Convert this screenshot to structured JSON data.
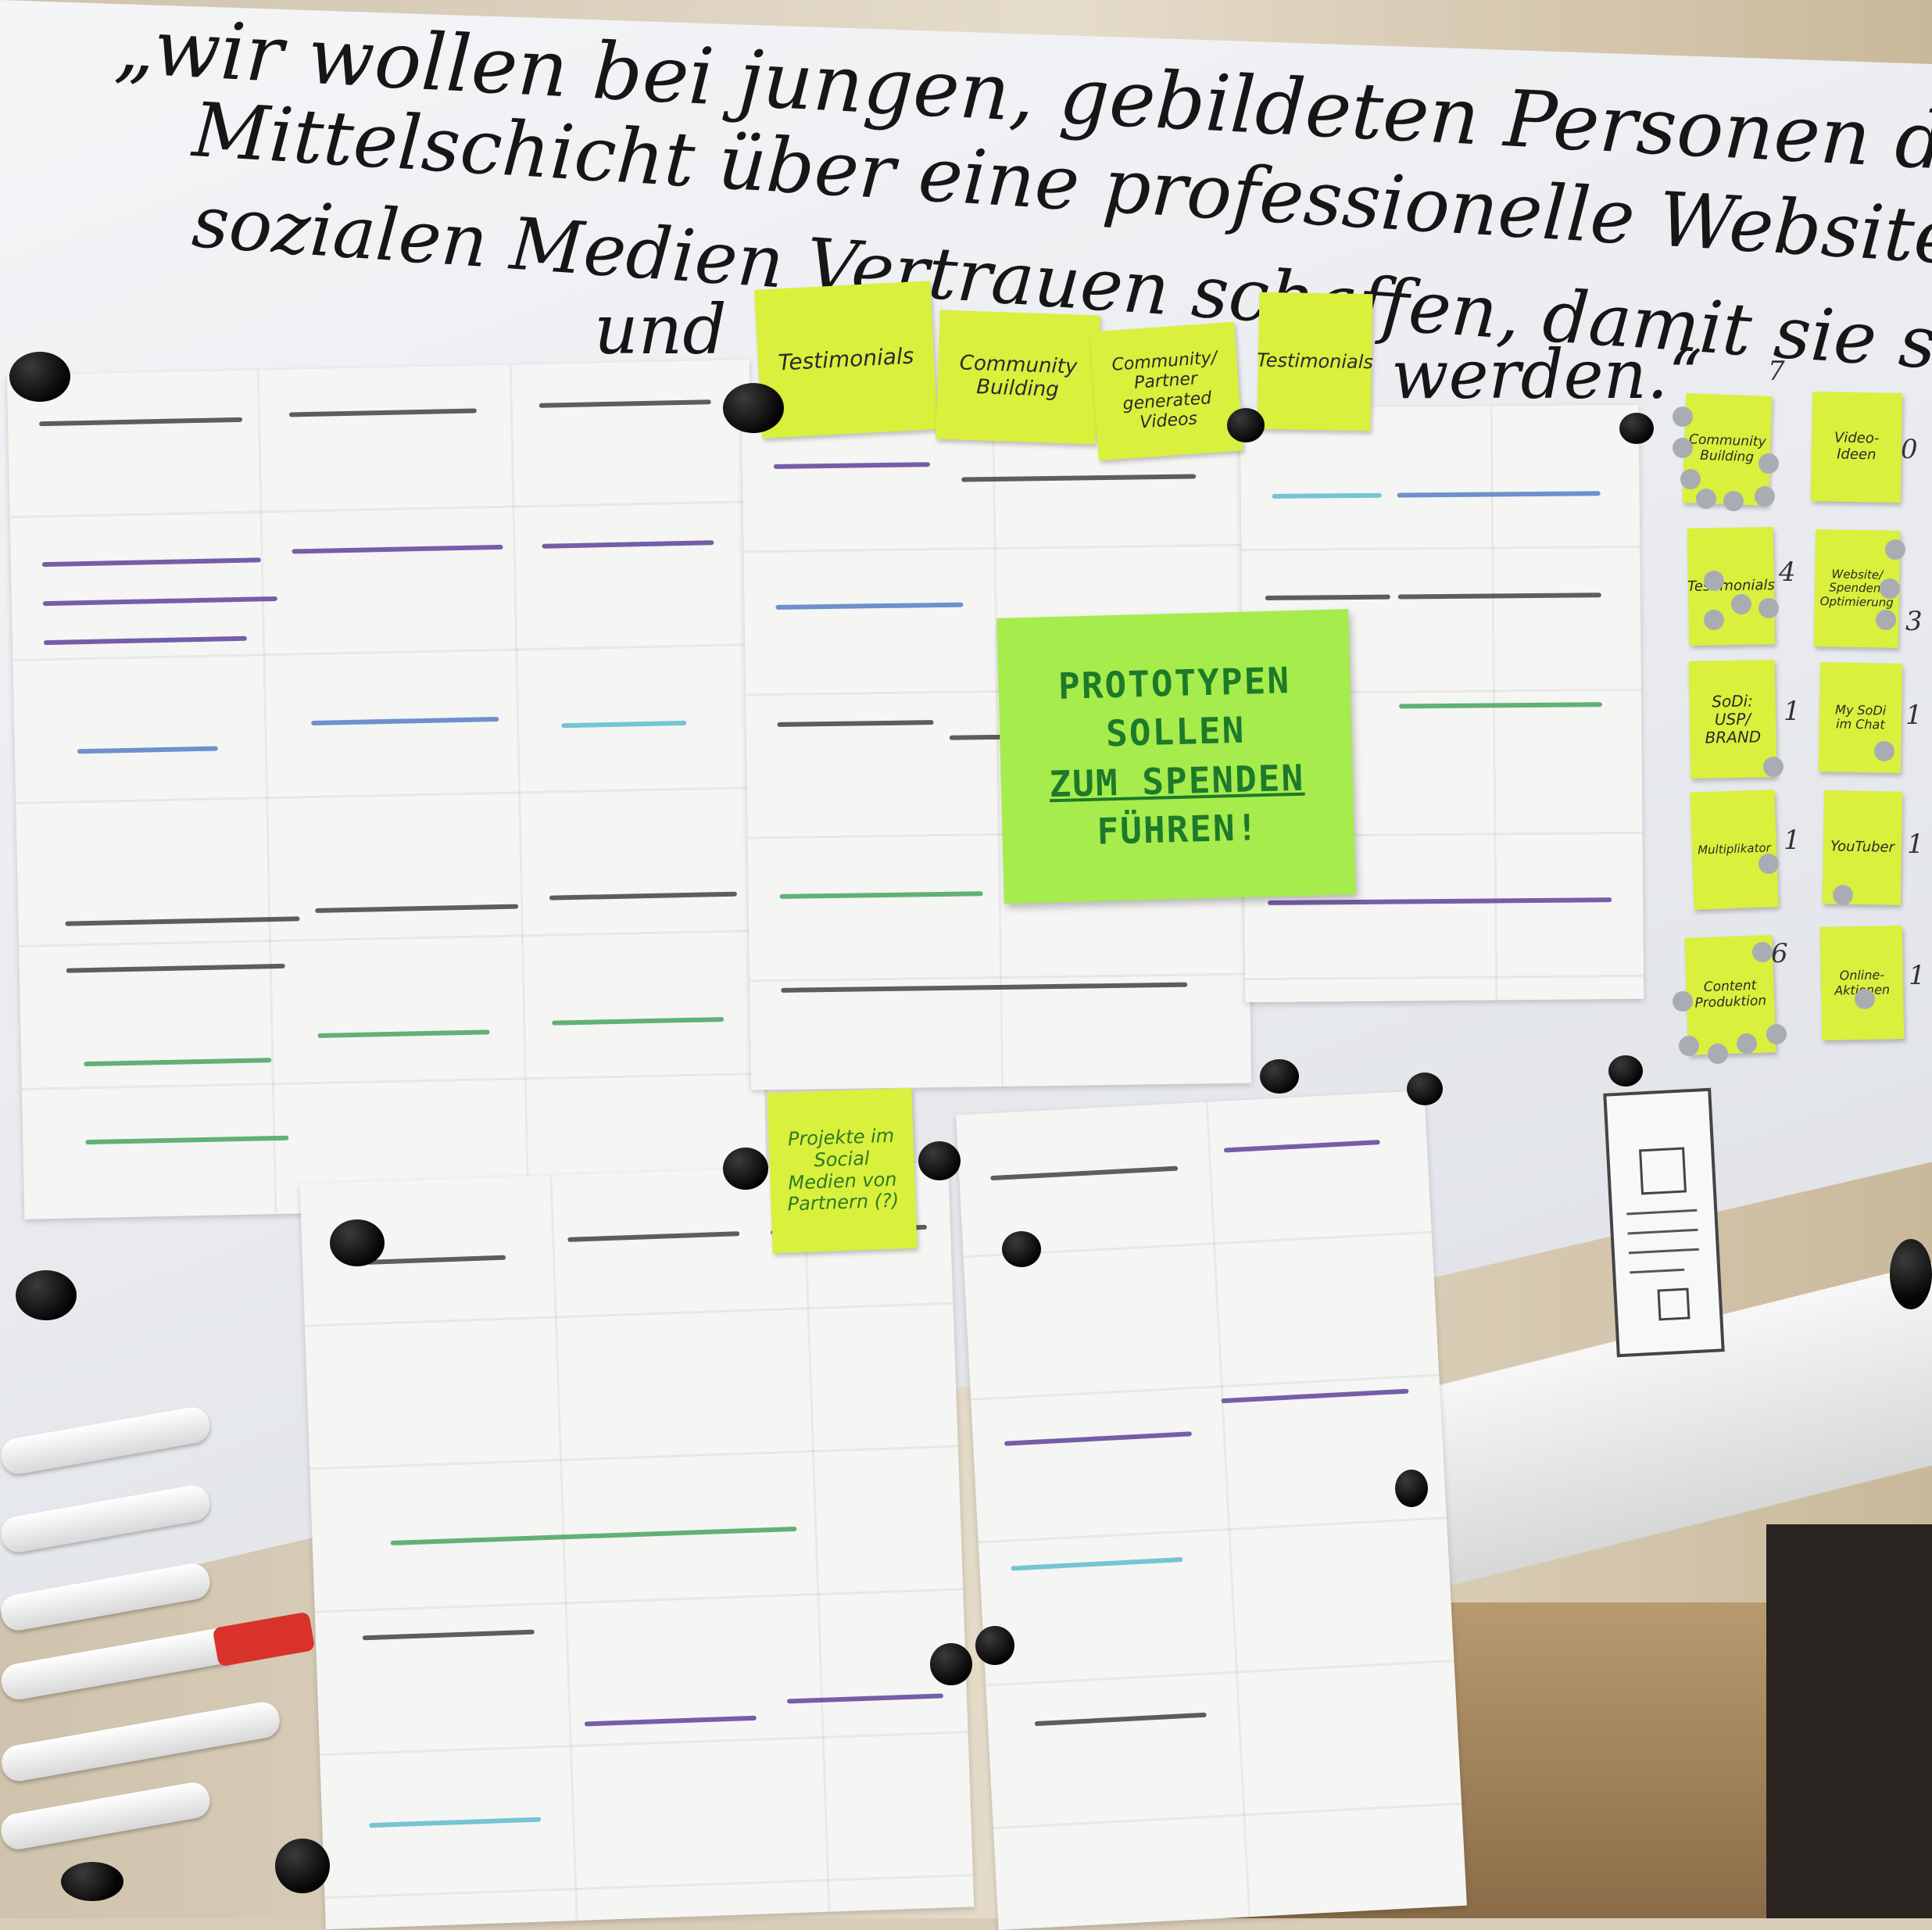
{
  "quote": {
    "line1": "„wir wollen bei jungen, gebildeten Personen der oberen",
    "line2": "Mittelschicht über eine professionelle Website und Content in",
    "line3": "sozialen Medien Vertrauen schaffen, damit sie spenden, Content teilen",
    "line4": "und",
    "line5": "werden.“"
  },
  "top_notes": [
    {
      "label": "Testimonials"
    },
    {
      "label": "Community Building"
    },
    {
      "label": "Community/ Partner generated Videos"
    },
    {
      "label": "Testimonials"
    }
  ],
  "center_note": {
    "line1": "PROTOTYPEN",
    "line2": "SOLLEN",
    "line3": "ZUM SPENDEN",
    "line4": "FÜHREN!"
  },
  "lower_note": {
    "label": "Projekte im Social Medien von Partnern (?)"
  },
  "sidebar_notes": [
    {
      "label": "Community Building",
      "count": "7"
    },
    {
      "label": "Video-Ideen",
      "count": "0"
    },
    {
      "label": "Testimonials",
      "count": "4"
    },
    {
      "label": "Website/ Spenden-Optimierung",
      "count": "3"
    },
    {
      "label": "SoDi: USP/ BRAND",
      "count": "1"
    },
    {
      "label": "My SoDi im Chat",
      "count": "1"
    },
    {
      "label": "Multiplikator",
      "count": "1"
    },
    {
      "label": "YouTuber",
      "count": "1"
    },
    {
      "label": "Content Produktion",
      "count": "6"
    },
    {
      "label": "Online-Aktionen",
      "count": "1"
    }
  ],
  "colors": {
    "note": "#d9f03c",
    "big_note": "#a6ec4c",
    "ink_green": "#1d7a2a",
    "marker_cap_red": "#d8322a"
  }
}
